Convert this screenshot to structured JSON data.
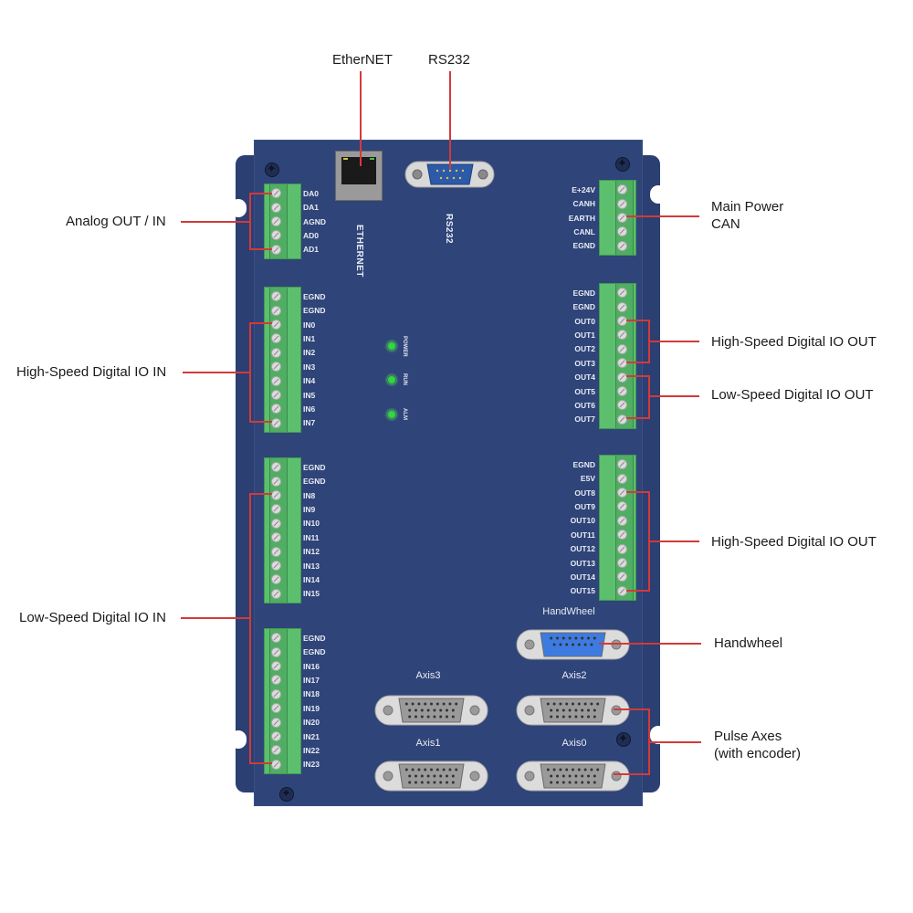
{
  "top_labels": {
    "ethernet": "EtherNET",
    "rs232": "RS232"
  },
  "board_text": {
    "ethernet_vertical": "ETHERNET",
    "rs232_vertical": "RS232",
    "leds": [
      {
        "label": "POWER",
        "color": "#35d24a"
      },
      {
        "label": "RUN",
        "color": "#35d24a"
      },
      {
        "label": "ALM",
        "color": "#35d24a"
      }
    ],
    "connectors": {
      "handwheel": "HandWheel",
      "axis3": "Axis3",
      "axis2": "Axis2",
      "axis1": "Axis1",
      "axis0": "Axis0"
    }
  },
  "terminal_blocks": {
    "analog": [
      "DA0",
      "DA1",
      "AGND",
      "AD0",
      "AD1"
    ],
    "in_high": [
      "EGND",
      "EGND",
      "IN0",
      "IN1",
      "IN2",
      "IN3",
      "IN4",
      "IN5",
      "IN6",
      "IN7"
    ],
    "in_low_a": [
      "EGND",
      "EGND",
      "IN8",
      "IN9",
      "IN10",
      "IN11",
      "IN12",
      "IN13",
      "IN14",
      "IN15"
    ],
    "in_low_b": [
      "EGND",
      "EGND",
      "IN16",
      "IN17",
      "IN18",
      "IN19",
      "IN20",
      "IN21",
      "IN22",
      "IN23"
    ],
    "power": [
      "E+24V",
      "CANH",
      "EARTH",
      "CANL",
      "EGND"
    ],
    "out_a": [
      "EGND",
      "EGND",
      "OUT0",
      "OUT1",
      "OUT2",
      "OUT3",
      "OUT4",
      "OUT5",
      "OUT6",
      "OUT7"
    ],
    "out_b": [
      "EGND",
      "E5V",
      "OUT8",
      "OUT9",
      "OUT10",
      "OUT11",
      "OUT12",
      "OUT13",
      "OUT14",
      "OUT15"
    ]
  },
  "callouts": {
    "analog": "Analog OUT / IN",
    "hs_in": "High-Speed Digital IO IN",
    "ls_in": "Low-Speed Digital IO IN",
    "main_power_line1": "Main Power",
    "main_power_line2": "CAN",
    "hs_out_1": "High-Speed Digital IO OUT",
    "ls_out": "Low-Speed Digital IO OUT",
    "hs_out_2": "High-Speed Digital IO OUT",
    "handwheel": "Handwheel",
    "pulse_line1": "Pulse Axes",
    "pulse_line2": "(with encoder)"
  },
  "colors": {
    "board": "#2f4478",
    "terminal": "#5cbf6e",
    "callout_line": "#d23a3a",
    "handwheel_connector": "#3d7be0"
  }
}
